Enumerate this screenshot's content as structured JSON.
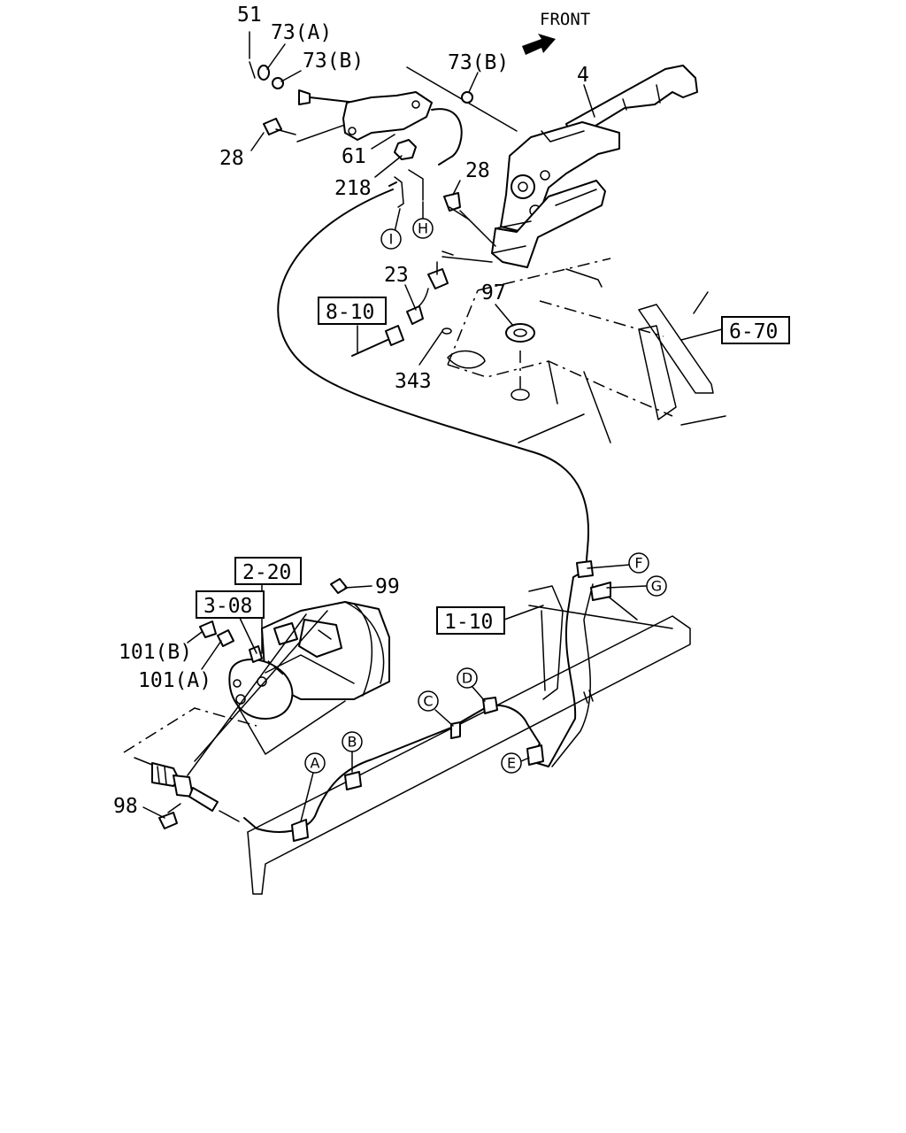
{
  "header": {
    "direction_label": "FRONT"
  },
  "part_numbers": {
    "p51": "51",
    "p73a": "73(A)",
    "p73b_top": "73(B)",
    "p73b_right": "73(B)",
    "p4": "4",
    "p28_left": "28",
    "p28_right": "28",
    "p61": "61",
    "p218": "218",
    "p23": "23",
    "p97": "97",
    "p343": "343",
    "p99": "99",
    "p101b": "101(B)",
    "p101a": "101(A)",
    "p98": "98"
  },
  "reference_boxes": {
    "r810": "8-10",
    "r670": "6-70",
    "r220": "2-20",
    "r308": "3-08",
    "r110": "1-10"
  },
  "callouts": {
    "a": "A",
    "b": "B",
    "c": "C",
    "d": "D",
    "e": "E",
    "f": "F",
    "g": "G",
    "h": "H",
    "i": "I"
  }
}
